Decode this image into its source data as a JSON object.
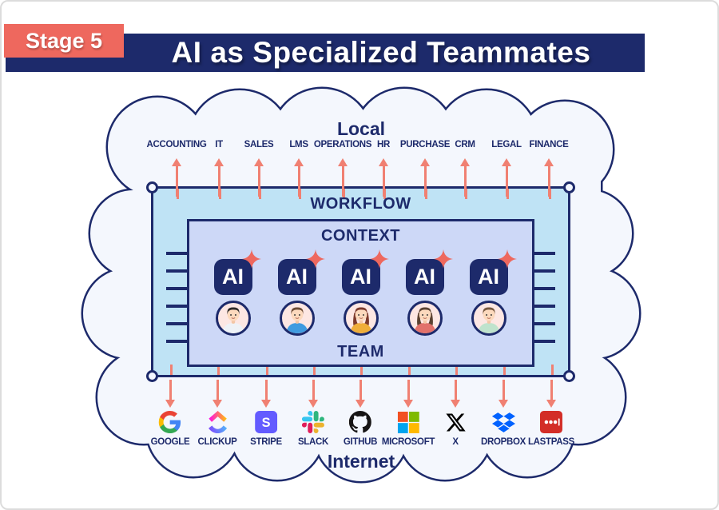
{
  "header": {
    "stage_label": "Stage 5",
    "title": "AI as Specialized Teammates"
  },
  "cloud": {
    "local_label": "Local",
    "internet_label": "Internet"
  },
  "local_services": [
    "ACCOUNTING",
    "IT",
    "SALES",
    "LMS",
    "OPERATIONS",
    "HR",
    "PURCHASE",
    "CRM",
    "LEGAL",
    "FINANCE"
  ],
  "workflow": {
    "label": "WORKFLOW",
    "context_label": "CONTEXT",
    "team_label": "TEAM",
    "ai_badge_label": "AI"
  },
  "team": {
    "members": [
      {
        "id": "teammate-1",
        "style": "--hair:#2f2a28;--shirt:#eef2f7;--hairlong:transparent"
      },
      {
        "id": "teammate-2",
        "style": "--hair:#6d4c35;--shirt:#3f9be0;--hairlong:transparent"
      },
      {
        "id": "teammate-3",
        "style": "--hair:#7c3a2d;--shirt:#efae3a;--hairlong:#7c3a2d"
      },
      {
        "id": "teammate-4",
        "style": "--hair:#5b4232;--shirt:#e2716b;--hairlong:#5b4232"
      },
      {
        "id": "teammate-5",
        "style": "--hair:#7a5a40;--shirt:#bfe3cd;--hairlong:transparent"
      }
    ]
  },
  "internet_services": [
    {
      "name": "GOOGLE",
      "icon": "google-logo"
    },
    {
      "name": "CLICKUP",
      "icon": "clickup-logo"
    },
    {
      "name": "STRIPE",
      "icon": "stripe-logo"
    },
    {
      "name": "SLACK",
      "icon": "slack-logo"
    },
    {
      "name": "GITHUB",
      "icon": "github-logo"
    },
    {
      "name": "MICROSOFT",
      "icon": "microsoft-logo"
    },
    {
      "name": "X",
      "icon": "x-logo"
    },
    {
      "name": "DROPBOX",
      "icon": "dropbox-logo"
    },
    {
      "name": "LASTPASS",
      "icon": "lastpass-logo"
    }
  ],
  "colors": {
    "navy": "#1d2a6b",
    "coral_badge": "#ee685e",
    "coral_arrow": "#f08072",
    "workflow_bg": "#bfe3f5",
    "context_bg": "#cdd8f7",
    "cloud_bg": "#f4f7fd"
  }
}
